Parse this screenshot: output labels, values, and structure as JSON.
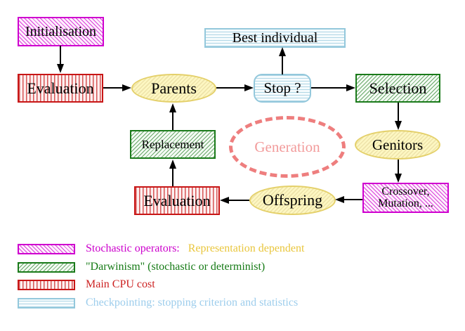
{
  "nodes": {
    "initialisation": "Initialisation",
    "evaluation_top": "Evaluation",
    "parents": "Parents",
    "stop": "Stop ?",
    "best_individual": "Best individual",
    "selection": "Selection",
    "genitors": "Genitors",
    "crossover_line1": "Crossover,",
    "crossover_line2": "Mutation, ...",
    "offspring": "Offspring",
    "evaluation_bottom": "Evaluation",
    "replacement": "Replacement",
    "generation": "Generation"
  },
  "legend": {
    "items": [
      {
        "swatch": "magenta-diagonal-hatch",
        "label": "Stochastic operators:",
        "label2": "Representation dependent"
      },
      {
        "swatch": "green-diagonal-hatch",
        "label": "\"Darwinism\" (stochastic or determinist)"
      },
      {
        "swatch": "red-vertical-stripes",
        "label": "Main CPU cost"
      },
      {
        "swatch": "cyan-horizontal-stripes",
        "label": "Checkpointing: stopping criterion and statistics"
      }
    ]
  },
  "colors": {
    "magenta": "#cf00cf",
    "dark_green": "#1a7a1a",
    "red": "#c81616",
    "light_blue_border": "#93c8dc",
    "yellow_border": "#e4d06a",
    "yellow_fill": "#fdf7c2",
    "salmon_dash": "#ee7e7e",
    "generation_text": "#f29b9b",
    "legend_gold_text": "#e9c63c",
    "legend_blue_text": "#9dcdec",
    "arrow_black": "#000000"
  }
}
